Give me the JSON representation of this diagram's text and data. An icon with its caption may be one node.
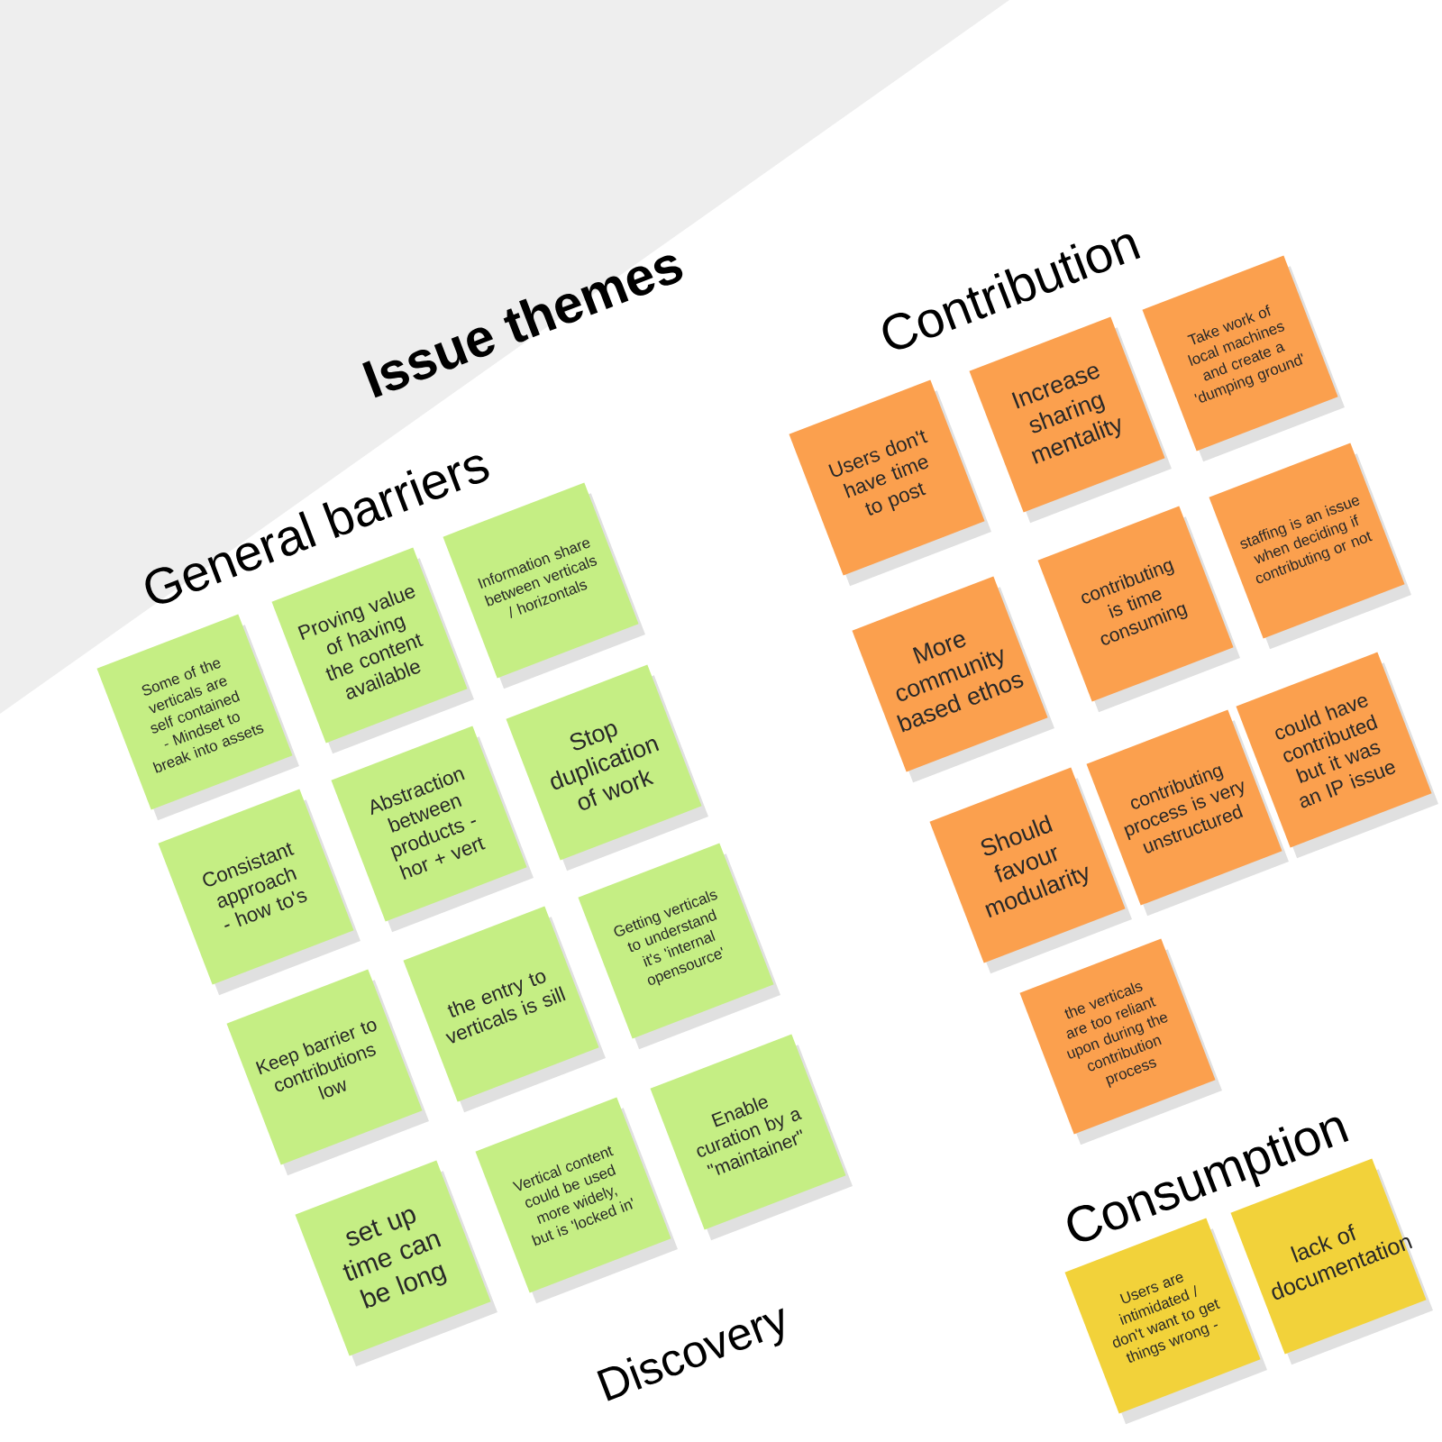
{
  "diagram": {
    "title": "Issue themes",
    "nodes": [
      {
        "text": [
          "Some of the verticals are self contained - Mindset to break into assets"
        ]
      },
      {
        "text": [
          "Proving value of having the content available"
        ]
      },
      {
        "text": [
          "Information share between verticals / horizontals"
        ]
      },
      {
        "text": [
          "Consistant approach - how to's"
        ]
      },
      {
        "text": [
          "Abstraction between products - hor + vert"
        ]
      },
      {
        "text": [
          "Stop duplication of work"
        ]
      },
      {
        "text": [
          "Keep barrier to contributions low"
        ]
      },
      {
        "text": [
          "the entry to verticals is sill"
        ]
      },
      {
        "text": [
          "Getting verticals to understand it's 'internal opensource'"
        ]
      },
      {
        "text": [
          "set up time can be long"
        ]
      },
      {
        "text": [
          "Vertical content could be used more widely, but is 'locked in'"
        ]
      },
      {
        "text": [
          "Enable curation by a \"maintainer\""
        ]
      },
      {
        "text": [
          "Users don't have time to post"
        ]
      },
      {
        "text": [
          "Increase sharing mentality"
        ]
      },
      {
        "text": [
          "Take work of local machines and create a 'dumping ground'"
        ]
      },
      {
        "text": [
          "More community based ethos"
        ]
      },
      {
        "text": [
          "contributing is time consuming"
        ]
      },
      {
        "text": [
          "staffing is an issue when deciding if contributing or not"
        ]
      },
      {
        "text": [
          "Should favour modularity"
        ]
      },
      {
        "text": [
          "contributing process is very unstructured"
        ]
      },
      {
        "text": [
          "could have contributed but it was an IP issue"
        ]
      },
      {
        "text": [
          "the verticals are too reliant upon during the contribution process"
        ]
      },
      {
        "text": [
          "Users are intimidated / don't want to get things wrong -"
        ]
      },
      {
        "text": [
          "lack of documentation"
        ]
      }
    ],
    "labels": [
      "General barriers",
      "Contribution",
      "Consumption",
      "Discovery"
    ]
  }
}
